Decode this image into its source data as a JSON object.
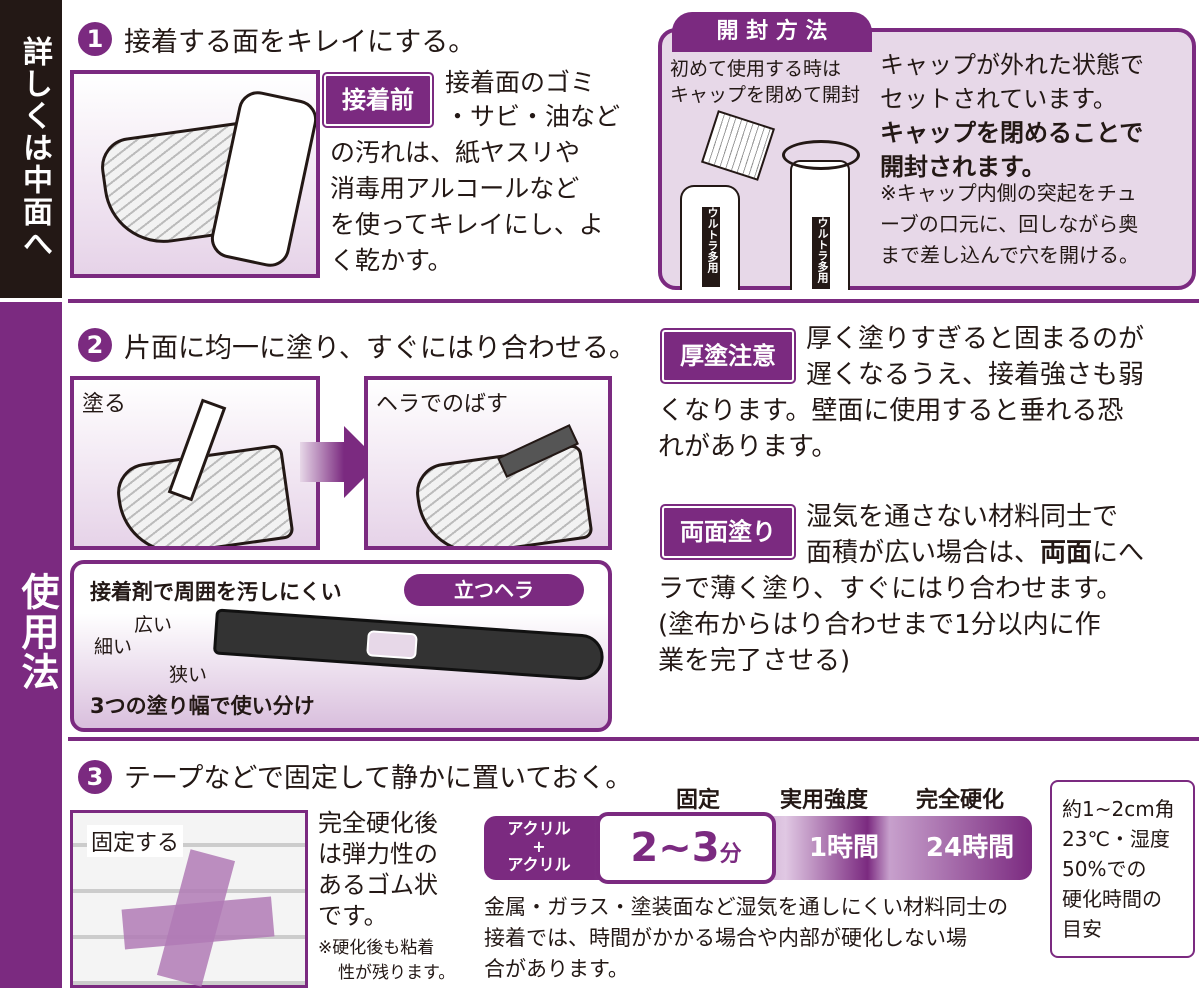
{
  "sidebar": {
    "top_label": "詳しくは中面へ",
    "bottom_label": "使用法"
  },
  "step1": {
    "number": "1",
    "title": "接着する面をキレイにする。",
    "badge": "接着前",
    "lines": [
      "接着面のゴミ",
      "・サビ・油など",
      "の汚れは、紙ヤスリや",
      "消毒用アルコールなど",
      "を使ってキレイにし、よ",
      "く乾かす。"
    ]
  },
  "opening": {
    "tab": "開 封 方 法",
    "caption": [
      "初めて使用する時は",
      "キャップを閉めて開封"
    ],
    "lines": [
      "キャップが外れた状態で",
      "セットされています。"
    ],
    "bold_lines": [
      "キャップを閉めることで",
      "開封されます。"
    ],
    "note": [
      "※キャップ内側の突起をチュ",
      "ーブの口元に、回しながら奥",
      "まで差し込んで穴を開ける。"
    ],
    "tube_label": "ウルトラ多用"
  },
  "step2": {
    "number": "2",
    "title": "片面に均一に塗り、すぐにはり合わせる。",
    "illo1_label": "塗る",
    "illo2_label": "ヘラでのばす",
    "tool": {
      "heading": "接着剤で周囲を汚しにくい",
      "tag": "立つヘラ",
      "wide": "広い",
      "thin": "細い",
      "narrow": "狭い",
      "footer": "3つの塗り幅で使い分け"
    },
    "thick": {
      "badge": "厚塗注意",
      "lines": [
        "厚く塗りすぎると固まるのが",
        "遅くなるうえ、接着強さも弱",
        "くなります。壁面に使用すると垂れる恐",
        "れがあります。"
      ]
    },
    "both": {
      "badge": "両面塗り",
      "line1": "湿気を通さない材料同士で",
      "line2a": "面積が広い場合は、",
      "line2b": "両面",
      "line2c": "にへ",
      "lines": [
        "ラで薄く塗り、すぐにはり合わせます。",
        "(塗布からはり合わせまで1分以内に作",
        "業を完了させる)"
      ]
    }
  },
  "step3": {
    "number": "3",
    "title": "テープなどで固定して静かに置いておく。",
    "illo_label": "固定する",
    "side_text": [
      "完全硬化後",
      "は弾力性の",
      "あるゴム状",
      "です。"
    ],
    "side_note": [
      "※硬化後も粘着",
      "性が残ります。"
    ],
    "headers": {
      "fix": "固定",
      "practical": "実用強度",
      "full": "完全硬化"
    },
    "material": [
      "アクリル",
      "+",
      "アクリル"
    ],
    "fix_value": "2~3",
    "fix_unit": "分",
    "practical_value": "1時間",
    "full_value": "24時間",
    "note": [
      "金属・ガラス・塗装面など湿気を通しにくい材料同士の",
      "接着では、時間がかかる場合や内部が硬化しない場",
      "合があります。"
    ],
    "condition": [
      "約1~2cm角",
      "23℃・湿度",
      "50%での",
      "硬化時間の",
      "目安"
    ]
  }
}
